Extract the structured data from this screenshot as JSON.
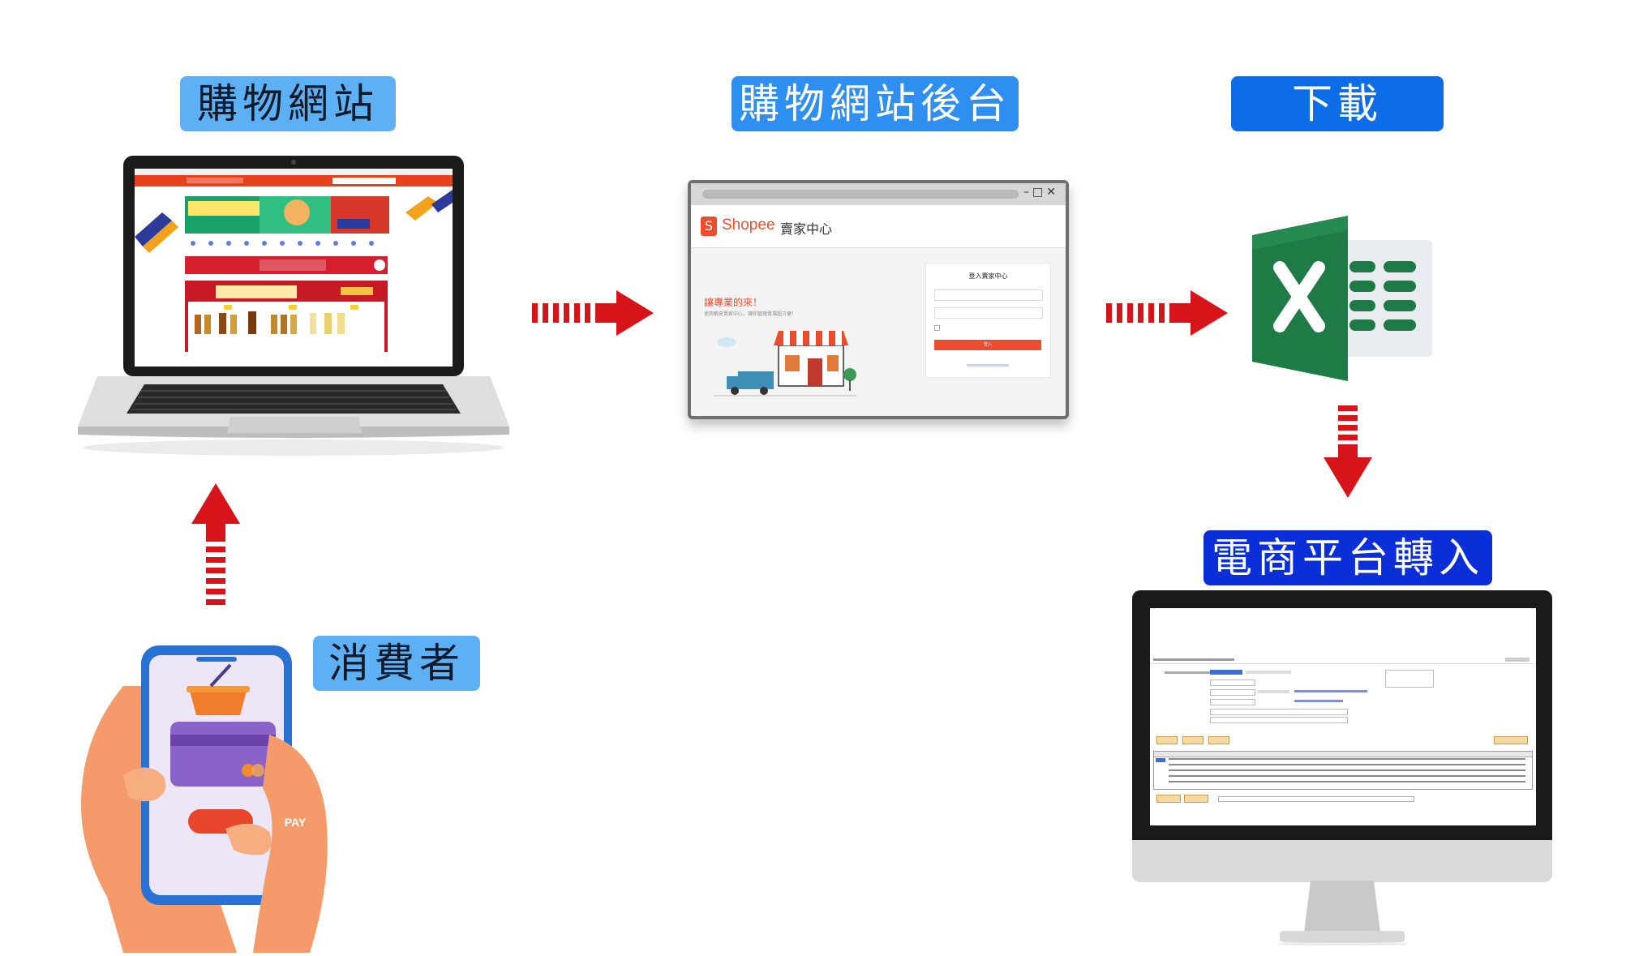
{
  "labels": {
    "shopping_site": "購物網站",
    "site_backend": "購物網站後台",
    "download_excel": "下載excel",
    "ecommerce_import": "電商平台轉入",
    "consumer": "消費者"
  },
  "shopee": {
    "brand": "Shopee",
    "center": "賣家中心",
    "headline": "讓專業的來！",
    "subline": "使用蝦皮賣家中心，讓你管理賣場超方便！",
    "login_title": "登入賣家中心",
    "login_button": "登入"
  },
  "phone": {
    "pay_label": "PAY"
  },
  "colors": {
    "arrow": "#d6141a",
    "shopee_orange": "#ee4d2d",
    "excel_green": "#1e7b45"
  }
}
